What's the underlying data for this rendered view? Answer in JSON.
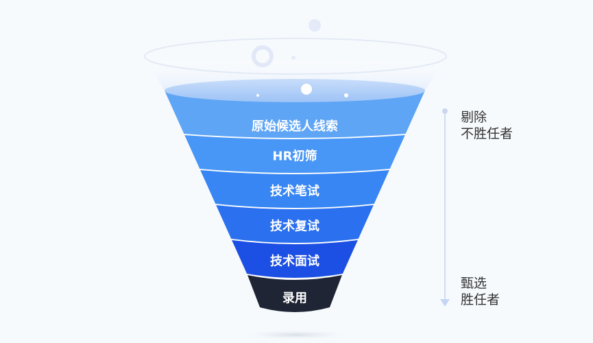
{
  "funnel": {
    "stages": [
      {
        "label": "原始候选人线索",
        "color": "#5ea5f6"
      },
      {
        "label": "HR初筛",
        "color": "#4896f5"
      },
      {
        "label": "技术笔试",
        "color": "#3786f3"
      },
      {
        "label": "技术复试",
        "color": "#2b70ef"
      },
      {
        "label": "技术面试",
        "color": "#1c4fe3"
      },
      {
        "label": "录用",
        "color": "#1f2535"
      }
    ]
  },
  "annotation": {
    "top_line1": "剔除",
    "top_line2": "不胜任者",
    "bottom_line1": "甄选",
    "bottom_line2": "胜任者",
    "arrow_color": "#c9daf6"
  }
}
